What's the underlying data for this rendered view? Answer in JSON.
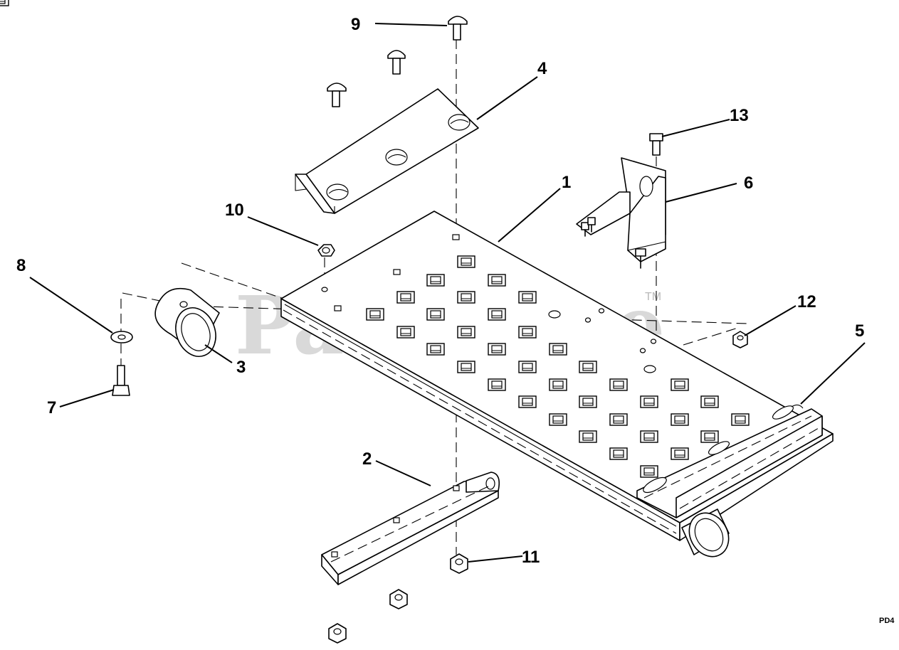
{
  "watermark": {
    "text": "PartsTree",
    "trademark": "TM"
  },
  "diagram_code": "PD4",
  "callouts": [
    {
      "id": "c1",
      "label": "1"
    },
    {
      "id": "c2",
      "label": "2"
    },
    {
      "id": "c3",
      "label": "3"
    },
    {
      "id": "c4",
      "label": "4"
    },
    {
      "id": "c5",
      "label": "5"
    },
    {
      "id": "c6",
      "label": "6"
    },
    {
      "id": "c7",
      "label": "7"
    },
    {
      "id": "c8",
      "label": "8"
    },
    {
      "id": "c9",
      "label": "9"
    },
    {
      "id": "c10",
      "label": "10"
    },
    {
      "id": "c11",
      "label": "11"
    },
    {
      "id": "c12",
      "label": "12"
    },
    {
      "id": "c13",
      "label": "13"
    }
  ]
}
